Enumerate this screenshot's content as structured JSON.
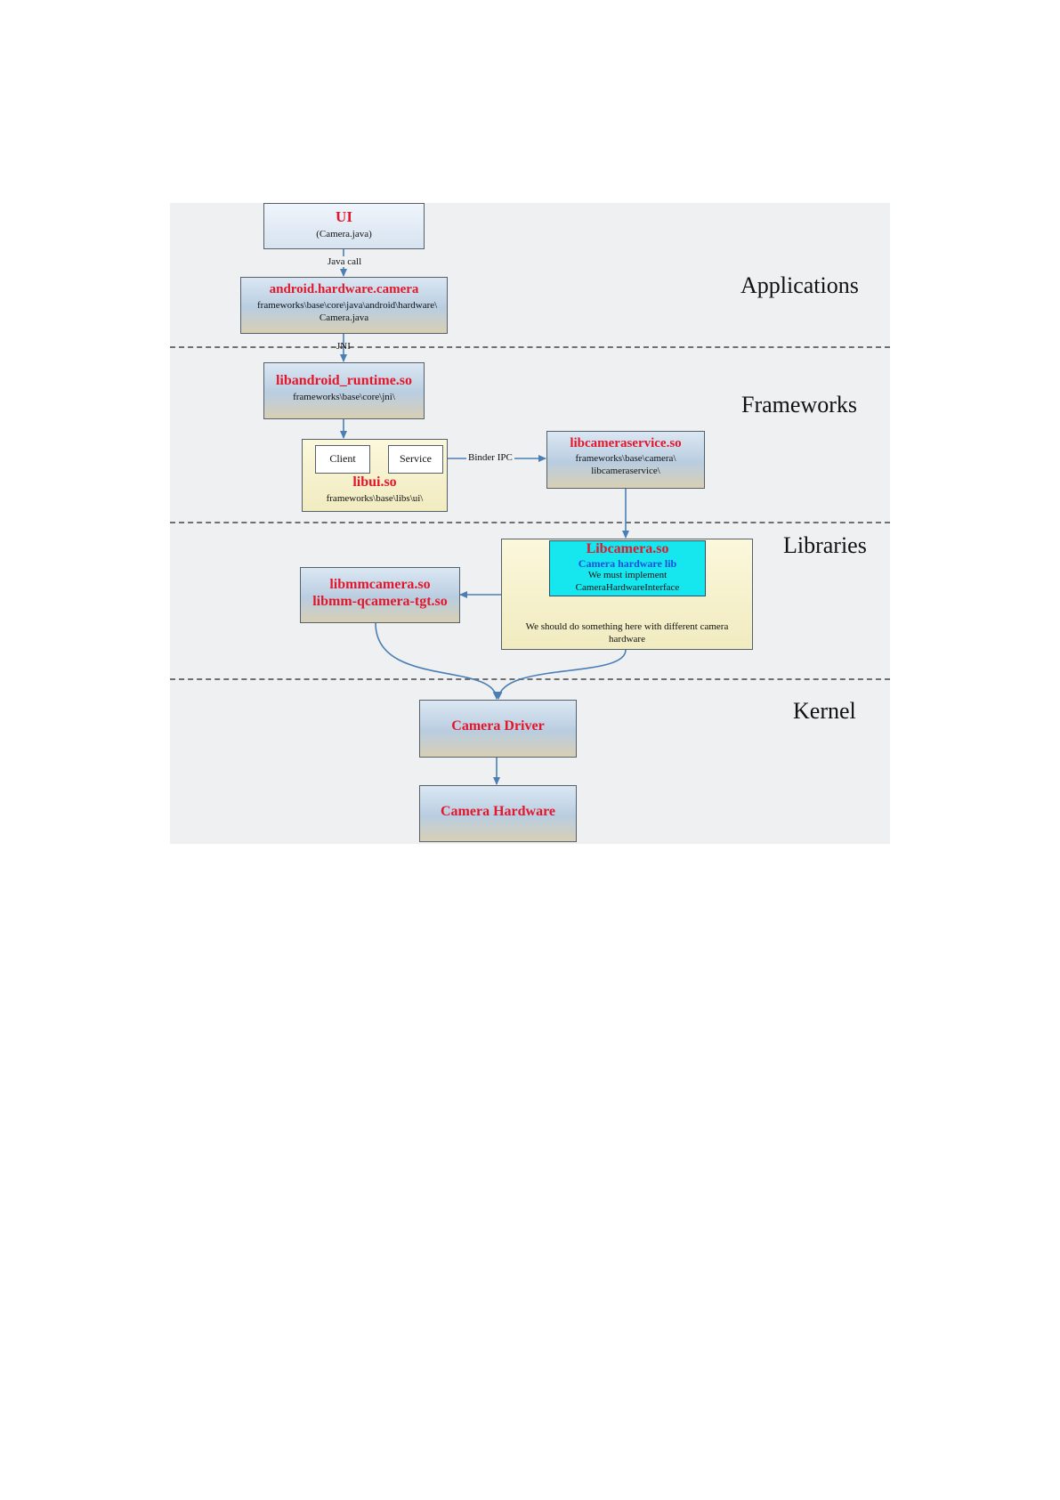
{
  "layers": {
    "applications": "Applications",
    "frameworks": "Frameworks",
    "libraries": "Libraries",
    "kernel": "Kernel"
  },
  "nodes": {
    "ui": {
      "title": "UI",
      "sub": "(Camera.java)"
    },
    "android_hardware_camera": {
      "title": "android.hardware.camera",
      "sub": "frameworks\\base\\core\\java\\android\\hardware\\ Camera.java"
    },
    "libandroid_runtime": {
      "title": "libandroid_runtime.so",
      "sub": "frameworks\\base\\core\\jni\\"
    },
    "libui": {
      "title": "libui.so",
      "sub": "frameworks\\base\\libs\\ui\\",
      "client": "Client",
      "service": "Service"
    },
    "libcameraservice": {
      "title": "libcameraservice.so",
      "sub1": "frameworks\\base\\camera\\",
      "sub2": "libcameraservice\\"
    },
    "libcamera": {
      "title": "Libcamera.so",
      "sub_blue": "Camera hardware lib",
      "sub1": "We must implement",
      "sub2": "CameraHardwareInterface",
      "note": "We should do something here with different camera hardware"
    },
    "libmmcamera": {
      "line1": "libmmcamera.so",
      "line2": "libmm-qcamera-tgt.so"
    },
    "camera_driver": {
      "title": "Camera Driver"
    },
    "camera_hardware": {
      "title": "Camera Hardware"
    }
  },
  "edges": {
    "java_call": "Java call",
    "jni": "JNI",
    "binder_ipc": "Binder IPC"
  },
  "colors": {
    "title_red": "#e3172c",
    "arrow_blue": "#4a7fb5",
    "highlight_cyan": "#16e6ee"
  }
}
